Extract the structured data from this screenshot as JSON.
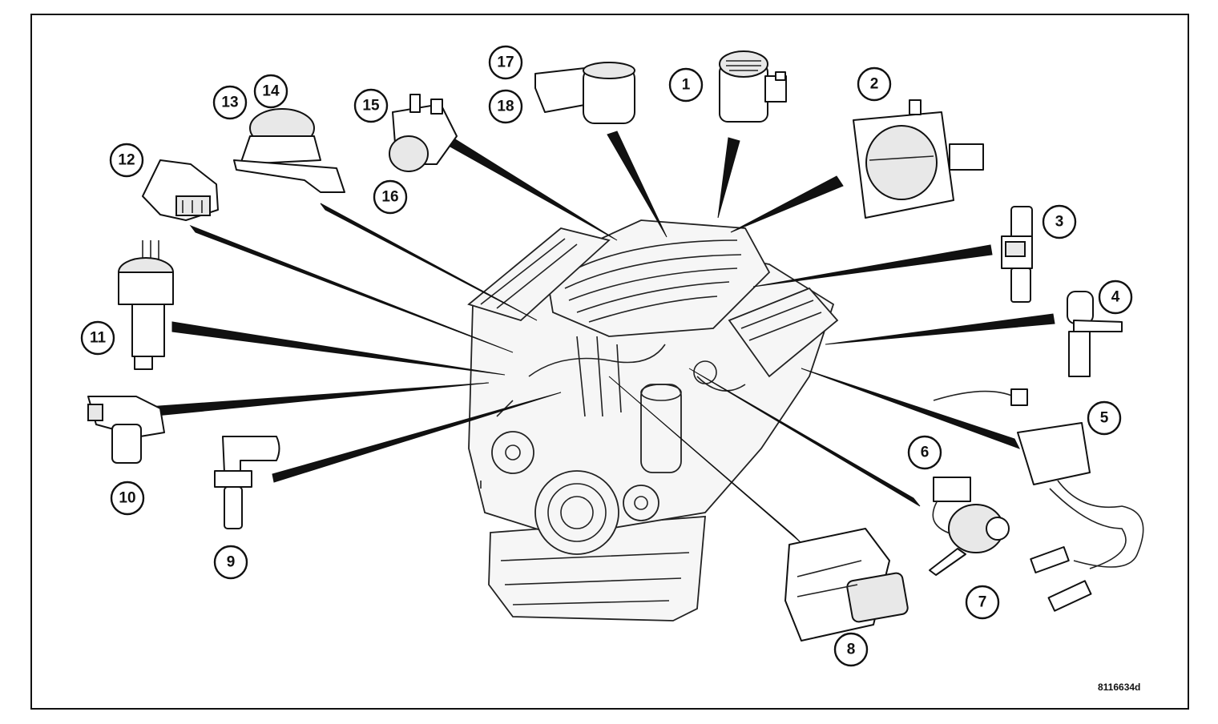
{
  "diagram": {
    "figure_id": "8116634d",
    "callouts": [
      "1",
      "2",
      "3",
      "4",
      "5",
      "6",
      "7",
      "8",
      "9",
      "10",
      "11",
      "12",
      "13",
      "14",
      "15",
      "16",
      "17",
      "18"
    ],
    "colors": {
      "line": "#111111",
      "background": "#ffffff",
      "shade": "#e8e8e8"
    }
  }
}
